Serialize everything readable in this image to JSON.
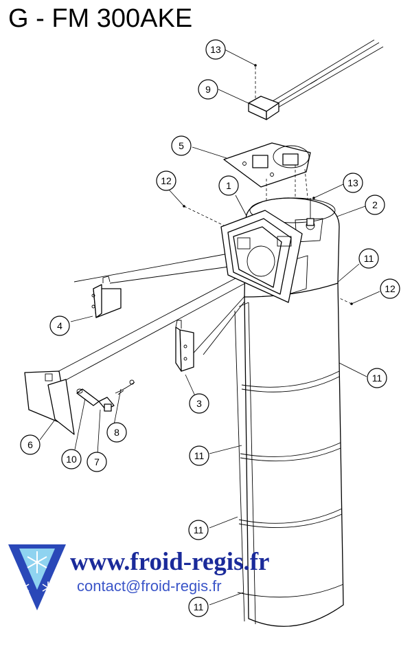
{
  "header": {
    "title": "G - FM 300AKE"
  },
  "callouts": [
    {
      "id": "c13a",
      "label": "13"
    },
    {
      "id": "c9",
      "label": "9"
    },
    {
      "id": "c5",
      "label": "5"
    },
    {
      "id": "c12a",
      "label": "12"
    },
    {
      "id": "c1",
      "label": "1"
    },
    {
      "id": "c13b",
      "label": "13"
    },
    {
      "id": "c2",
      "label": "2"
    },
    {
      "id": "c11a",
      "label": "11"
    },
    {
      "id": "c12b",
      "label": "12"
    },
    {
      "id": "c4",
      "label": "4"
    },
    {
      "id": "c11b",
      "label": "11"
    },
    {
      "id": "c3",
      "label": "3"
    },
    {
      "id": "c6",
      "label": "6"
    },
    {
      "id": "c8",
      "label": "8"
    },
    {
      "id": "c10",
      "label": "10"
    },
    {
      "id": "c7",
      "label": "7"
    },
    {
      "id": "c11c",
      "label": "11"
    },
    {
      "id": "c11d",
      "label": "11"
    },
    {
      "id": "c11e",
      "label": "11"
    }
  ],
  "footer": {
    "website": "www.froid-regis.fr",
    "email": "contact@froid-regis.fr"
  },
  "colors": {
    "website_text": "#1a2a9a",
    "email_text": "#3a55c8",
    "logo_blue": "#2a48b8",
    "logo_light": "#8fd3f0"
  }
}
